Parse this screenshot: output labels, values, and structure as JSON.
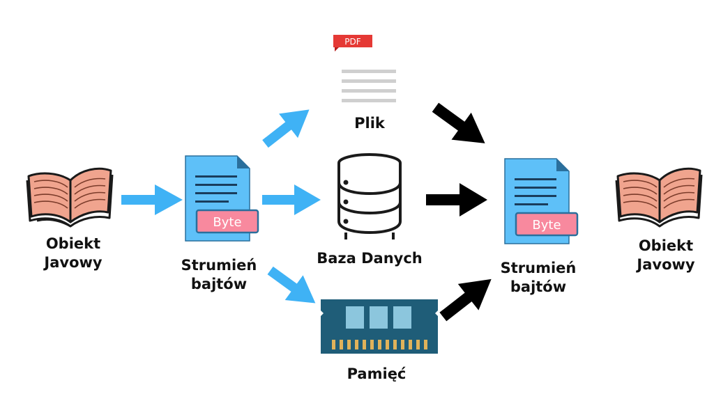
{
  "labels": {
    "left_object_line1": "Obiekt",
    "left_object_line2": "Javowy",
    "left_stream_line1": "Strumień",
    "left_stream_line2": "bajtów",
    "file": "Plik",
    "database": "Baza Danych",
    "memory": "Pamięć",
    "right_stream_line1": "Strumień",
    "right_stream_line2": "bajtów",
    "right_object_line1": "Obiekt",
    "right_object_line2": "Javowy"
  },
  "badges": {
    "byte_left": "Byte",
    "byte_right": "Byte",
    "pdf": "PDF"
  },
  "icons": {
    "book": "open-book-icon",
    "document": "document-icon",
    "database": "database-server-icon",
    "memory": "ram-module-icon",
    "file": "pdf-file-icon"
  },
  "colors": {
    "arrow_in": "#3fb2f5",
    "arrow_out": "#000000",
    "doc_blue": "#5ec0f8",
    "byte_pink": "#f8899e",
    "ram_dark": "#1f5d78",
    "ram_chip": "#8cc6dd",
    "ram_pins": "#e0b25a",
    "book": "#f0a48e",
    "pdf_red": "#e53935"
  }
}
